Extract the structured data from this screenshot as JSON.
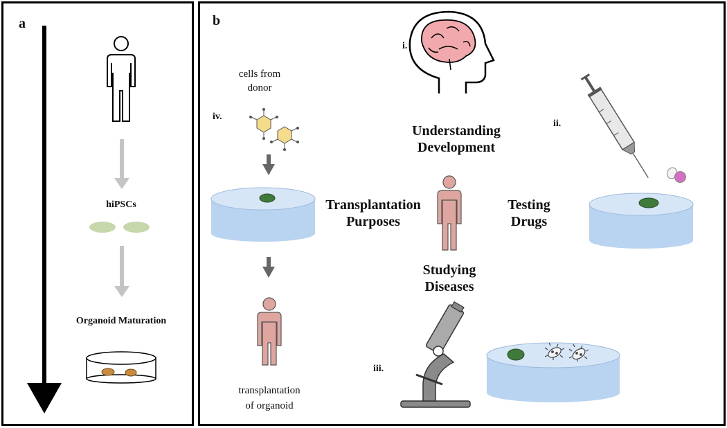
{
  "panel_a": {
    "letter": "a",
    "hipscs_label": "hiPSCs",
    "maturation_label": "Organoid Maturation",
    "icons": [
      "person-outline-icon",
      "arrow-down-icon",
      "cell-oval-icon",
      "petri-dish-icon"
    ]
  },
  "panel_b": {
    "letter": "b",
    "roman_i": "i.",
    "roman_ii": "ii.",
    "roman_iii": "iii.",
    "roman_iv": "iv.",
    "donor_label_line1": "cells from",
    "donor_label_line2": "donor",
    "understanding_line1": "Understanding",
    "understanding_line2": "Development",
    "transplantation_line1": "Transplantation",
    "transplantation_line2": "Purposes",
    "testing_line1": "Testing",
    "testing_line2": "Drugs",
    "studying_line1": "Studying",
    "studying_line2": "Diseases",
    "transplant_organoid_line1": "transplantation",
    "transplant_organoid_line2": "of organoid",
    "icons": [
      "brain-head-icon",
      "syringe-icon",
      "pill-icon",
      "person-icon",
      "microscope-icon",
      "cell-icon",
      "bacteria-icon",
      "petri-dish-icon"
    ]
  },
  "colors": {
    "dish_fill": "#c5dcf3",
    "dish_edge": "#8fb0d6",
    "organoid": "#3f7a3a",
    "person_pink": "#dfa6a0",
    "brain_pink": "#f2a9ad",
    "hipsc_green": "#c7d7ac",
    "arrow_gray": "#c4c4c4"
  }
}
